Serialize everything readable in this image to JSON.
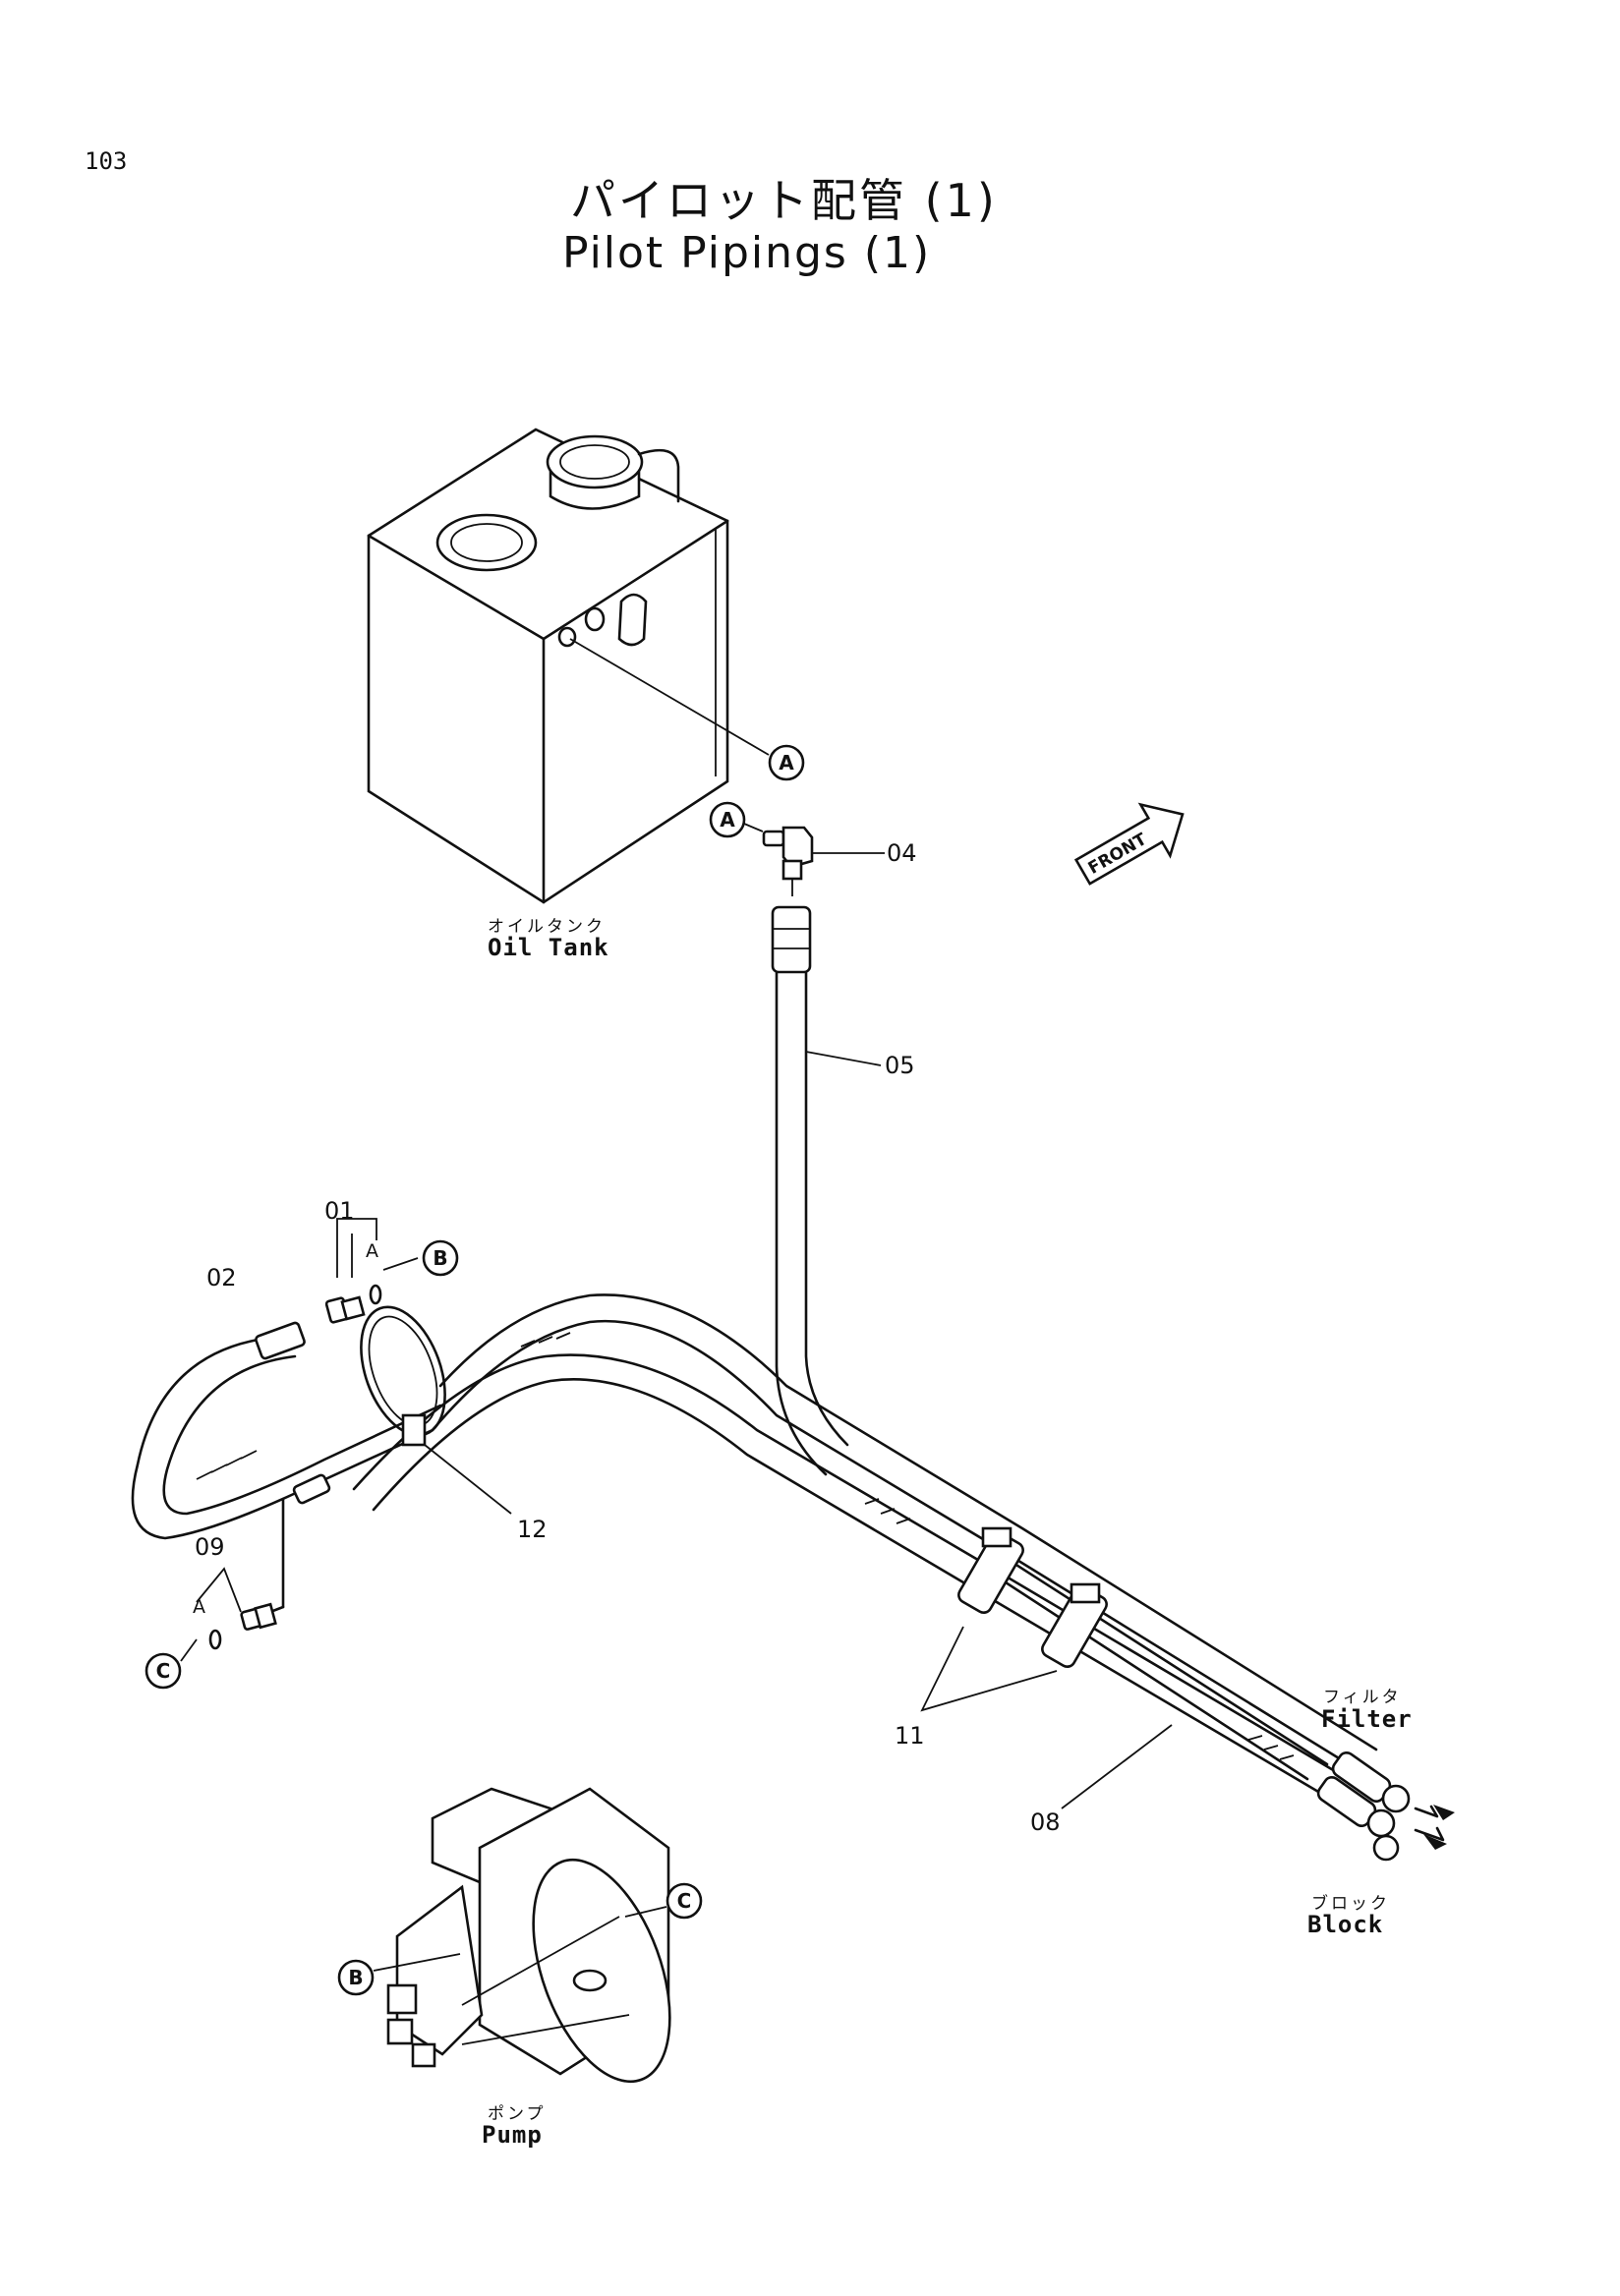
{
  "page_number": "103",
  "title_ja": "パイロット配管 (1)",
  "title_en": "Pilot Pipings (1)",
  "components": {
    "oil_tank": {
      "ja": "オイルタンク",
      "en": "Oil Tank"
    },
    "filter": {
      "ja": "フィルタ",
      "en": "Filter"
    },
    "block": {
      "ja": "ブロック",
      "en": "Block"
    },
    "pump": {
      "ja": "ポンプ",
      "en": "Pump"
    }
  },
  "front_label": "FRONT",
  "part_numbers": {
    "p01": "01",
    "p02": "02",
    "p04": "04",
    "p05": "05",
    "p08": "08",
    "p09": "09",
    "p11": "11",
    "p12": "12"
  },
  "sub_labels": {
    "a1": "A",
    "a2": "A"
  },
  "connection_refs": {
    "tank_a": "A",
    "fitting_a": "A",
    "fitting_b": "B",
    "pump_b": "B",
    "fitting_c": "C",
    "pump_c": "C"
  }
}
